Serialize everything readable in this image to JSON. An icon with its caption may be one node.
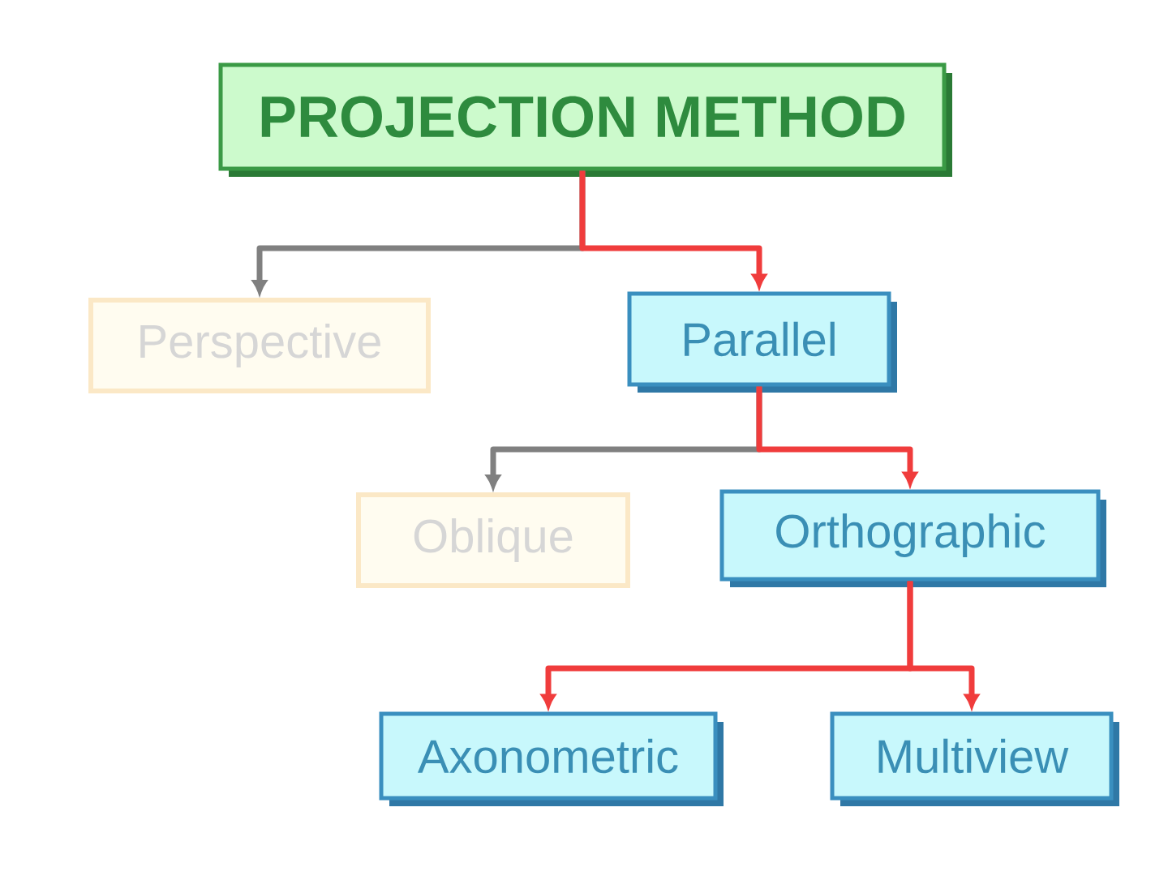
{
  "diagram": {
    "nodes": [
      {
        "text": [
          "PROJECTION METHOD"
        ]
      },
      {
        "text": [
          "Perspective"
        ]
      },
      {
        "text": [
          "Parallel"
        ]
      },
      {
        "text": [
          "Oblique"
        ]
      },
      {
        "text": [
          "Orthographic"
        ]
      },
      {
        "text": [
          "Axonometric"
        ]
      },
      {
        "text": [
          "Multiview"
        ]
      }
    ],
    "edges": [
      {
        "from": 0,
        "to": 1,
        "arrow": "to",
        "color": "#808080"
      },
      {
        "from": 0,
        "to": 2,
        "arrow": "to"
      },
      {
        "from": 2,
        "to": 3,
        "arrow": "to",
        "color": "#808080"
      },
      {
        "from": 2,
        "to": 4,
        "arrow": "to"
      },
      {
        "from": 4,
        "to": 5,
        "arrow": "to"
      },
      {
        "from": 4,
        "to": 6,
        "arrow": "to"
      }
    ]
  }
}
